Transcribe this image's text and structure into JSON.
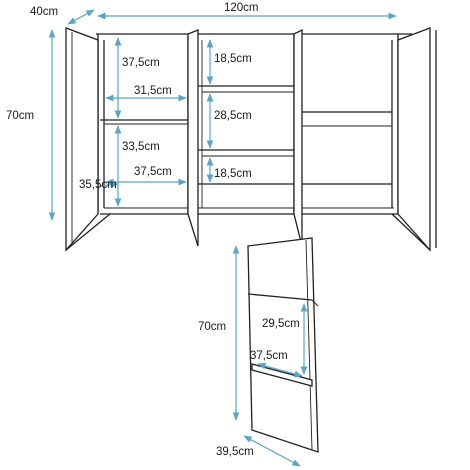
{
  "colors": {
    "outline": "#222222",
    "dimension": "#5aa5c8",
    "text": "#1a1a1a",
    "background": "#ffffff"
  },
  "labels": {
    "depth": "40cm",
    "width": "120cm",
    "height": "70cm",
    "left_shelf_top": "37,5cm",
    "left_width_upper": "31,5cm",
    "left_shelf_lower": "33,5cm",
    "left_width_lower": "37,5cm",
    "left_door_edge": "35,5cm",
    "mid_top": "18,5cm",
    "mid_middle": "28,5cm",
    "mid_bottom": "18,5cm",
    "door_height": "70cm",
    "door_inner_height": "29,5cm",
    "door_inner_width": "37,5cm",
    "door_width": "39,5cm"
  }
}
